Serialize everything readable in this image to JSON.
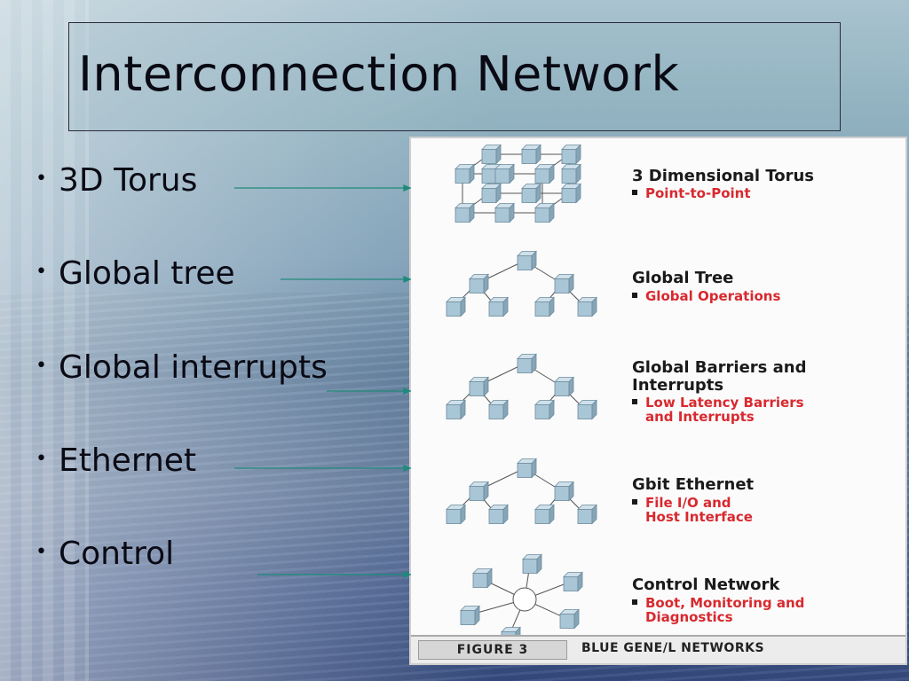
{
  "slide": {
    "title": "Interconnection Network",
    "bullets": [
      "3D Torus",
      "Global tree",
      "Global interrupts",
      "Ethernet",
      "Control"
    ]
  },
  "figure": {
    "networks": [
      {
        "title": "3 Dimensional Torus",
        "title2": "",
        "subtitle": "Point-to-Point",
        "subtitle2": "",
        "diagram": "torus"
      },
      {
        "title": "Global Tree",
        "title2": "",
        "subtitle": "Global Operations",
        "subtitle2": "",
        "diagram": "tree"
      },
      {
        "title": "Global Barriers and",
        "title2": "Interrupts",
        "subtitle": "Low Latency Barriers",
        "subtitle2": "and Interrupts",
        "diagram": "tree"
      },
      {
        "title": "Gbit Ethernet",
        "title2": "",
        "subtitle": "File I/O and",
        "subtitle2": "Host Interface",
        "diagram": "tree"
      },
      {
        "title": "Control Network",
        "title2": "",
        "subtitle": "Boot, Monitoring and",
        "subtitle2": "Diagnostics",
        "diagram": "star"
      }
    ],
    "caption_label": "FIGURE 3",
    "caption_text": "BLUE GENE/L NETWORKS"
  },
  "colors": {
    "subtitle": "#d8292f",
    "cube": "#a9c6d6",
    "arrow": "#1f8a7a"
  }
}
